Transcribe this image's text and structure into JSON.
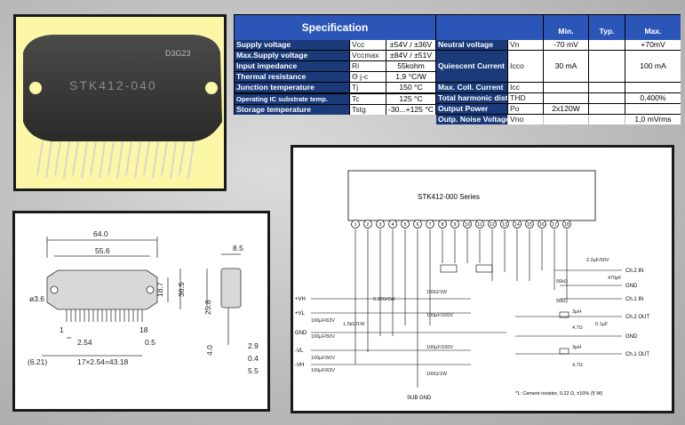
{
  "spec": {
    "title": "Specification",
    "col_min": "Min.",
    "col_typ": "Typ.",
    "col_max": "Max.",
    "left_rows": [
      {
        "label": "Supply voltage",
        "sym": "Vcc",
        "val": "±54V / ±36V"
      },
      {
        "label": "Max.Supply voltage",
        "sym": "Vccmax",
        "val": "±84V / ±51V"
      },
      {
        "label": "Input impedance",
        "sym": "Ri",
        "val": "55kohm"
      },
      {
        "label": "Thermal resistance",
        "sym": "Θ j-c",
        "val": "1,9 °C/W"
      },
      {
        "label": "Junction temperature",
        "sym": "Tj",
        "val": "150 °C"
      },
      {
        "label": "Operating IC substrate temp.",
        "sym": "Tc",
        "val": "125 °C"
      },
      {
        "label": "Storage temperature",
        "sym": "Tstg",
        "val": "-30...+125 °C"
      }
    ],
    "right_rows": [
      {
        "label": "Neutral voltage",
        "sym": "Vn",
        "min": "-70 mV",
        "typ": "",
        "max": "+70mV"
      },
      {
        "label": "Quiescent Current",
        "sym": "Icco",
        "min": "30 mA",
        "typ": "",
        "max": "100 mA"
      },
      {
        "label": "Max. Coll. Current",
        "sym": "Icc",
        "min": "",
        "typ": "",
        "max": ""
      },
      {
        "label": "Total harmonic dist.",
        "sym": "THD",
        "min": "",
        "typ": "",
        "max": "0,400%"
      },
      {
        "label": "Output Power",
        "sym": "Po",
        "min": "2x120W",
        "typ": "",
        "max": ""
      },
      {
        "label": "Outp. Noise Voltage",
        "sym": "Vno",
        "min": "",
        "typ": "",
        "max": "1,0 mVrms"
      }
    ]
  },
  "photo": {
    "part_number": "STK412-040",
    "date_code": "D3G23"
  },
  "dims": {
    "width_total": "64.0",
    "width_inner": "55.6",
    "depth": "8.5",
    "height_a": "36.5",
    "height_b": "18.7",
    "height_c": "25.8",
    "hole": "ø3.6",
    "pitch": "2.54",
    "pin_first": "1",
    "pin_last": "18",
    "pin_width": "0.5",
    "offset": "(6.21)",
    "span": "17×2.54=43.18",
    "lead_a": "4.0",
    "lead_b": "2.9",
    "lead_c": "0.4",
    "lead_d": "5.5"
  },
  "schematic": {
    "ic_label": "STK412-000 Series",
    "pins": [
      "1",
      "2",
      "3",
      "4",
      "5",
      "6",
      "7",
      "8",
      "9",
      "10",
      "11",
      "12",
      "13",
      "14",
      "15",
      "16",
      "17",
      "18"
    ],
    "vh_plus": "+VH",
    "vl_plus": "+VL",
    "gnd": "GND",
    "vl_minus": "-VL",
    "vh_minus": "-VH",
    "ch2_in": "Ch.2 IN",
    "ch1_in": "Ch.1 IN",
    "gnd_r1": "GND",
    "ch2_out": "Ch.2 OUT",
    "gnd_r2": "GND",
    "ch1_out": "Ch.1 OUT",
    "sub_gnd": "SUB GND",
    "footnote": "*1: Cement resistor, 0.22 Ω, ±10% (5 W)",
    "comp_labels": [
      "100μF/63V",
      "100μF/50V",
      "100μF/50V",
      "100μF/63V",
      "0.22Ω/1W",
      "1.5kΩ/1W",
      "100Ω/1W",
      "100μF/100V",
      "100μF/100V",
      "100Ω/1W",
      "56kΩ",
      "56kΩ",
      "2.2μF/50V",
      "470pF",
      "3μH",
      "3μH",
      "4.7Ω",
      "4.7Ω",
      "0.1μF"
    ]
  }
}
